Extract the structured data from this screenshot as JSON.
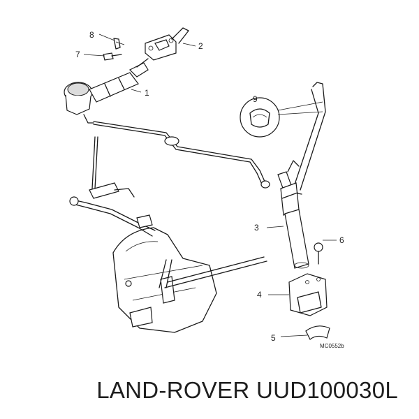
{
  "diagram": {
    "callouts": [
      "1",
      "2",
      "3",
      "4",
      "5",
      "6",
      "7",
      "8",
      "9"
    ],
    "drawing_code": "MC0552b"
  },
  "caption": {
    "brand": "LAND-ROVER",
    "part_number": "UUD100030L"
  }
}
